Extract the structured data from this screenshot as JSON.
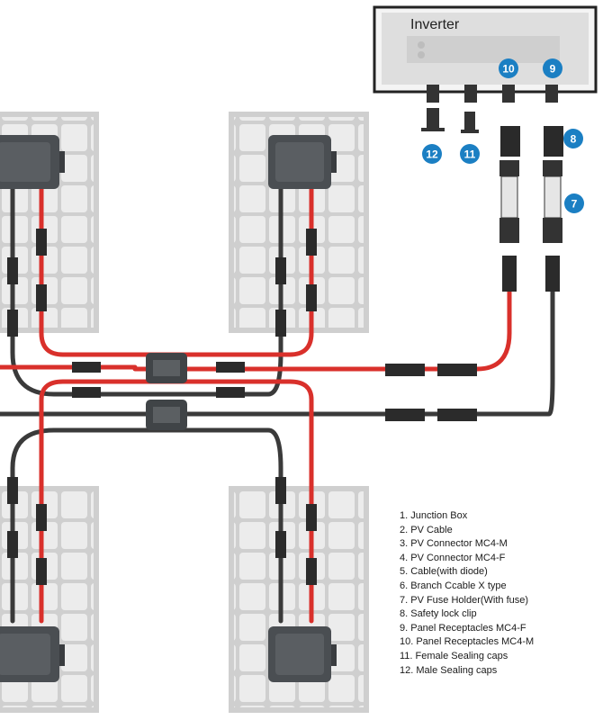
{
  "inverter": {
    "label": "Inverter"
  },
  "callouts": [
    "10",
    "9",
    "8",
    "7",
    "12",
    "11"
  ],
  "legend": [
    "1. Junction Box",
    "2. PV Cable",
    "3. PV Connector MC4-M",
    "4. PV Connector MC4-F",
    "5. Cable(with diode)",
    "6. Branch Ccable X type",
    "7. PV Fuse Holder(With fuse)",
    "8. Safety lock clip",
    "9. Panel Receptacles MC4-F",
    "10. Panel Receptacles MC4-M",
    "11. Female Sealing caps",
    "12. Male Sealing caps"
  ],
  "colors": {
    "positive_cable": "#d9302b",
    "negative_cable": "#3a3a3a",
    "callout": "#1b7fc3",
    "panel_frame": "#c9c9c9",
    "panel_cell": "#ececec",
    "junction_box": "#4a4e52"
  }
}
